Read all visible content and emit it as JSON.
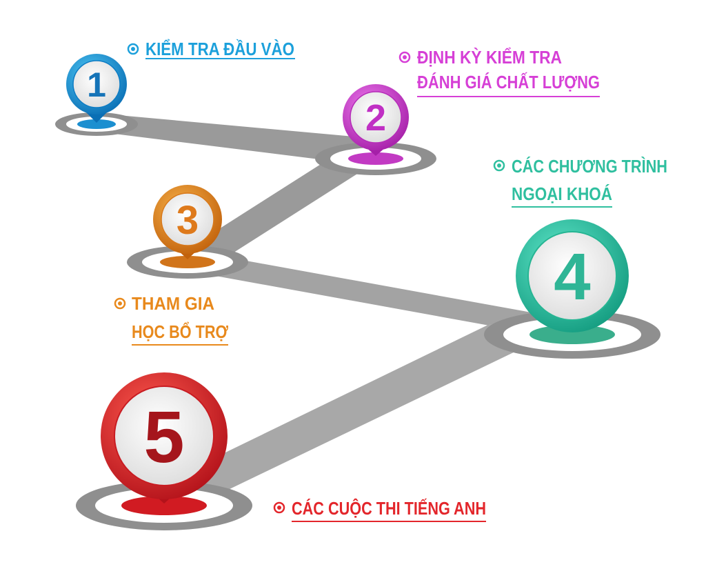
{
  "steps": [
    {
      "number": "1",
      "lines": [
        "KIỂM TRA ĐẦU VÀO"
      ],
      "color": "#1ca0db"
    },
    {
      "number": "2",
      "lines": [
        "ĐỊNH KỲ KIỂM TRA",
        "ĐÁNH GIÁ CHẤT LƯỢNG"
      ],
      "color": "#d63fd6"
    },
    {
      "number": "3",
      "lines": [
        "THAM GIA",
        "HỌC BỔ TRỢ"
      ],
      "color": "#e8891c"
    },
    {
      "number": "4",
      "lines": [
        "CÁC CHƯƠNG TRÌNH",
        "NGOẠI KHOÁ"
      ],
      "color": "#2fbf9f"
    },
    {
      "number": "5",
      "lines": [
        "CÁC CUỘC THI TIẾNG ANH"
      ],
      "color": "#e3262b"
    }
  ],
  "path_color": "#9a9a9a",
  "base_ring_color": "#8f8f8f"
}
